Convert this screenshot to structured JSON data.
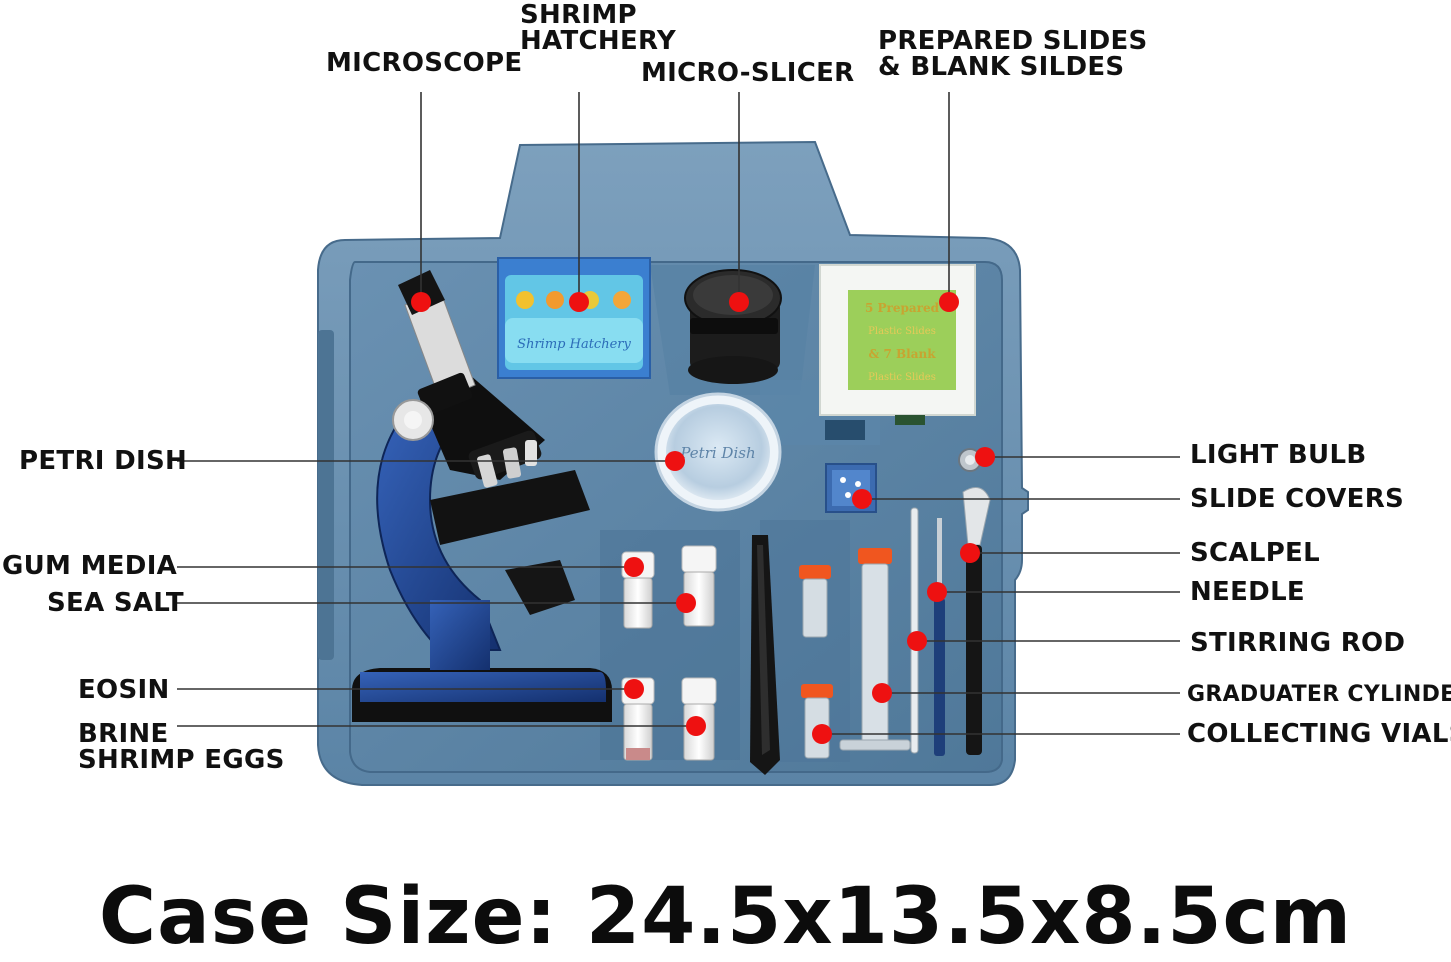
{
  "colors": {
    "case_body": "#6f94b2",
    "case_tray": "#5d86a8",
    "case_dark": "#3f6687",
    "callout_dot": "#ee1111",
    "leader_line": "#333333",
    "microscope_blue": "#1b3f8f",
    "microscope_black": "#151515"
  },
  "labels": {
    "microscope": "MICROSCOPE",
    "shrimp_hatchery_1": "SHRIMP",
    "shrimp_hatchery_2": "HATCHERY",
    "micro_slicer": "MICRO-SLICER",
    "prepared_slides_1": "PREPARED SLIDES",
    "prepared_slides_2": "& BLANK SILDES",
    "petri_dish": "PETRI DISH",
    "gum_media": "GUM MEDIA",
    "sea_salt": "SEA SALT",
    "eosin": "EOSIN",
    "brine_1": "BRINE",
    "brine_2": "SHRIMP EGGS",
    "light_bulb": "LIGHT BULB",
    "slide_covers": "SLIDE COVERS",
    "scalpel": "SCALPEL",
    "needle": "NEEDLE",
    "stirring_rod": "STIRRING ROD",
    "graduated_cylinder": "GRADUATER CYLINDER",
    "collecting_vials": "COLLECTING VIALS"
  },
  "product_text": {
    "hatchery_box": "Shrimp Hatchery",
    "petri_lid": "Petri Dish",
    "slides_1": "5 Prepared",
    "slides_2": "Plastic Slides",
    "slides_3": "& 7 Blank",
    "slides_4": "Plastic Slides"
  },
  "footer": {
    "case_size": "Case Size: 24.5x13.5x8.5cm"
  }
}
